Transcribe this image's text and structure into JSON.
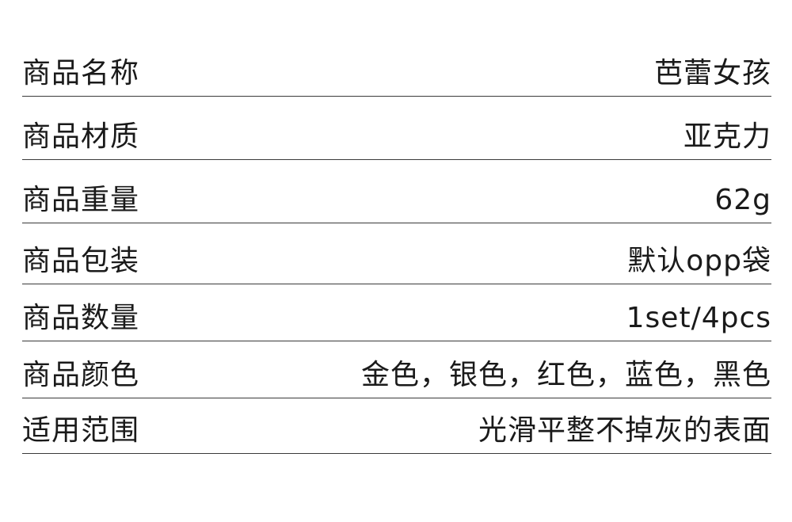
{
  "specs": [
    {
      "label": "商品名称",
      "value": "芭蕾女孩"
    },
    {
      "label": "商品材质",
      "value": "亚克力"
    },
    {
      "label": "商品重量",
      "value": "62g"
    },
    {
      "label": "商品包装",
      "value": "默认opp袋"
    },
    {
      "label": "商品数量",
      "value": "1set/4pcs"
    },
    {
      "label": "商品颜色",
      "value": "金色，银色，红色，蓝色，黑色"
    },
    {
      "label": "适用范围",
      "value": "光滑平整不掉灰的表面"
    }
  ]
}
